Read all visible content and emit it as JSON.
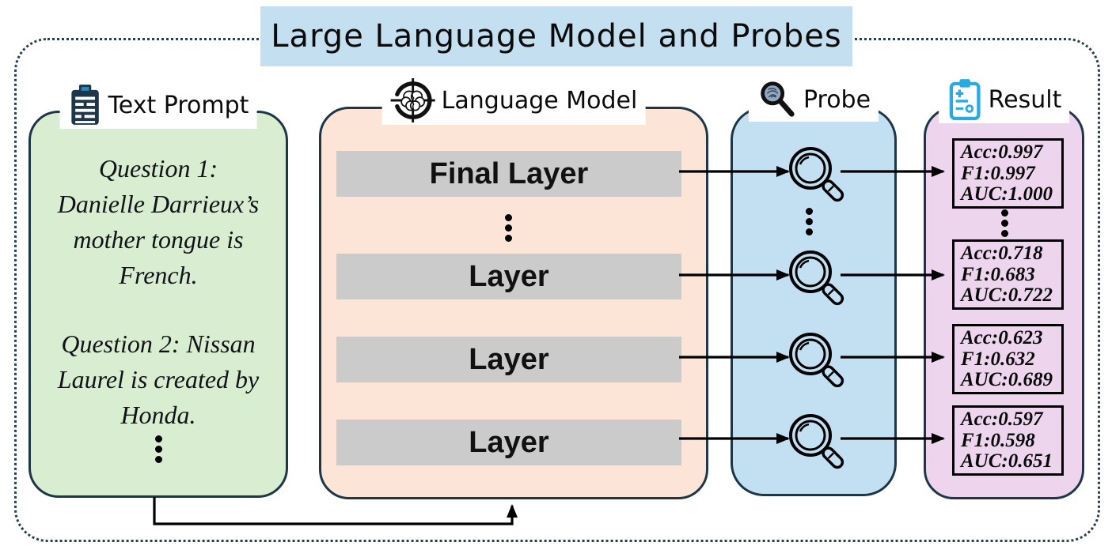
{
  "title": "Large Language Model and Probes",
  "colors": {
    "title_bg": "#c4dff0",
    "prompt_bg": "#d9edd1",
    "model_bg": "#fce4d6",
    "probe_bg": "#c2e0f2",
    "result_bg": "#eed5ee",
    "panel_border": "#1d3648",
    "layer_bar_bg": "#cbcbcb",
    "arrow": "#000000",
    "result_icon_blue": "#29abe2",
    "clip_blue": "#2e86c1",
    "lens_blue_gray": "#92a7c2"
  },
  "prompt": {
    "header": "Text Prompt",
    "icon": "clipboard-icon",
    "questions": [
      {
        "lines": [
          "Question 1:",
          "Danielle Darrieux’s",
          "mother tongue is",
          "French."
        ]
      },
      {
        "lines": [
          "Question 2: Nissan",
          "Laurel is created by",
          "Honda."
        ]
      }
    ]
  },
  "model": {
    "header": "Language Model",
    "icon": "brain-target-icon",
    "layers": [
      "Final Layer",
      "Layer",
      "Layer",
      "Layer"
    ]
  },
  "probe": {
    "header": "Probe",
    "icon": "fingerprint-magnifier-icon"
  },
  "result": {
    "header": "Result",
    "icon": "result-clipboard-icon",
    "boxes": [
      {
        "lines": [
          "Acc:0.997",
          "F1:0.997",
          "AUC:1.000"
        ]
      },
      {
        "lines": [
          "Acc:0.718",
          "F1:0.683",
          "AUC:0.722"
        ]
      },
      {
        "lines": [
          "Acc:0.623",
          "F1:0.632",
          "AUC:0.689"
        ]
      },
      {
        "lines": [
          "Acc:0.597",
          "F1:0.598",
          "AUC:0.651"
        ]
      }
    ]
  }
}
